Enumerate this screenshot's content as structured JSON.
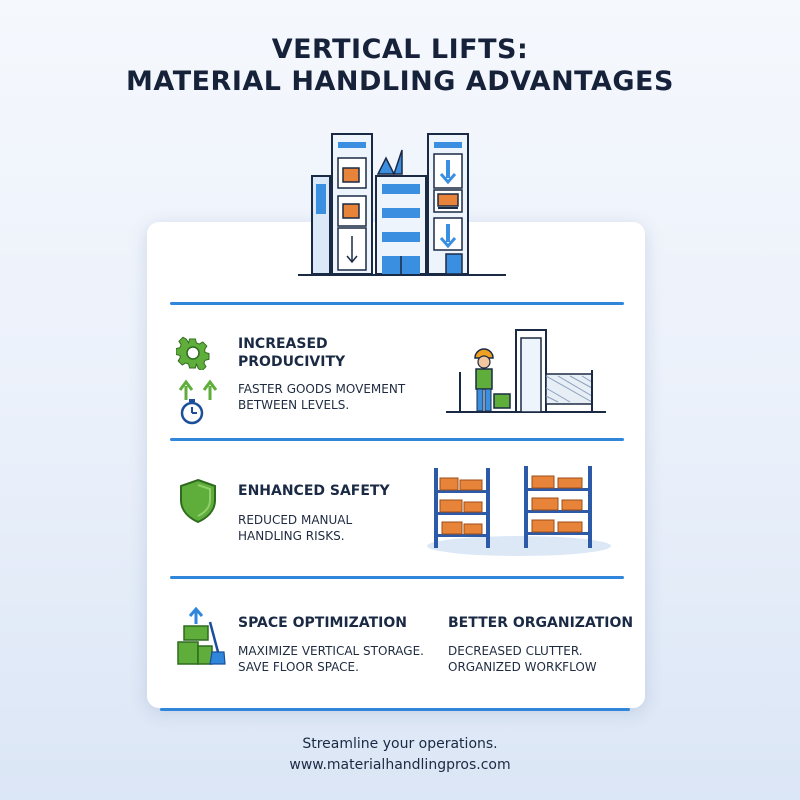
{
  "title": {
    "line1": "VERTICAL LIFTS:",
    "line2": "MATERIAL HANDLING ADVANTAGES"
  },
  "sections": [
    {
      "heading_line1": "INCREASED",
      "heading_line2": "PRODUCIVITY",
      "body_line1": "FASTER GOODS MOVEMENT",
      "body_line2": "BETWEEN LEVELS."
    },
    {
      "heading": "ENHANCED SAFETY",
      "body_line1": "REDUCED MANUAL",
      "body_line2": "HANDLING RISKS."
    },
    {
      "heading": "SPACE OPTIMIZATION",
      "body_line1": "MAXIMIZE VERTICAL STORAGE.",
      "body_line2": "SAVE FLOOR SPACE."
    },
    {
      "heading": "BETTER ORGANIZATION",
      "body_line1": "DECREASED CLUTTER.",
      "body_line2": "ORGANIZED WORKFLOW"
    }
  ],
  "footer": {
    "line1": "Streamline your operations.",
    "line2": "www.materialhandlingpros.com"
  },
  "icons": [
    "building-icon",
    "gear-icon",
    "arrows-up-icon",
    "stopwatch-icon",
    "worker-icon",
    "lift-icon",
    "shield-icon",
    "shelving-icon",
    "boxes-icon",
    "broom-icon"
  ],
  "colors": {
    "accent": "#2f86db",
    "green": "#5fae3b",
    "orange": "#e8843a",
    "navy": "#1b2a44"
  }
}
